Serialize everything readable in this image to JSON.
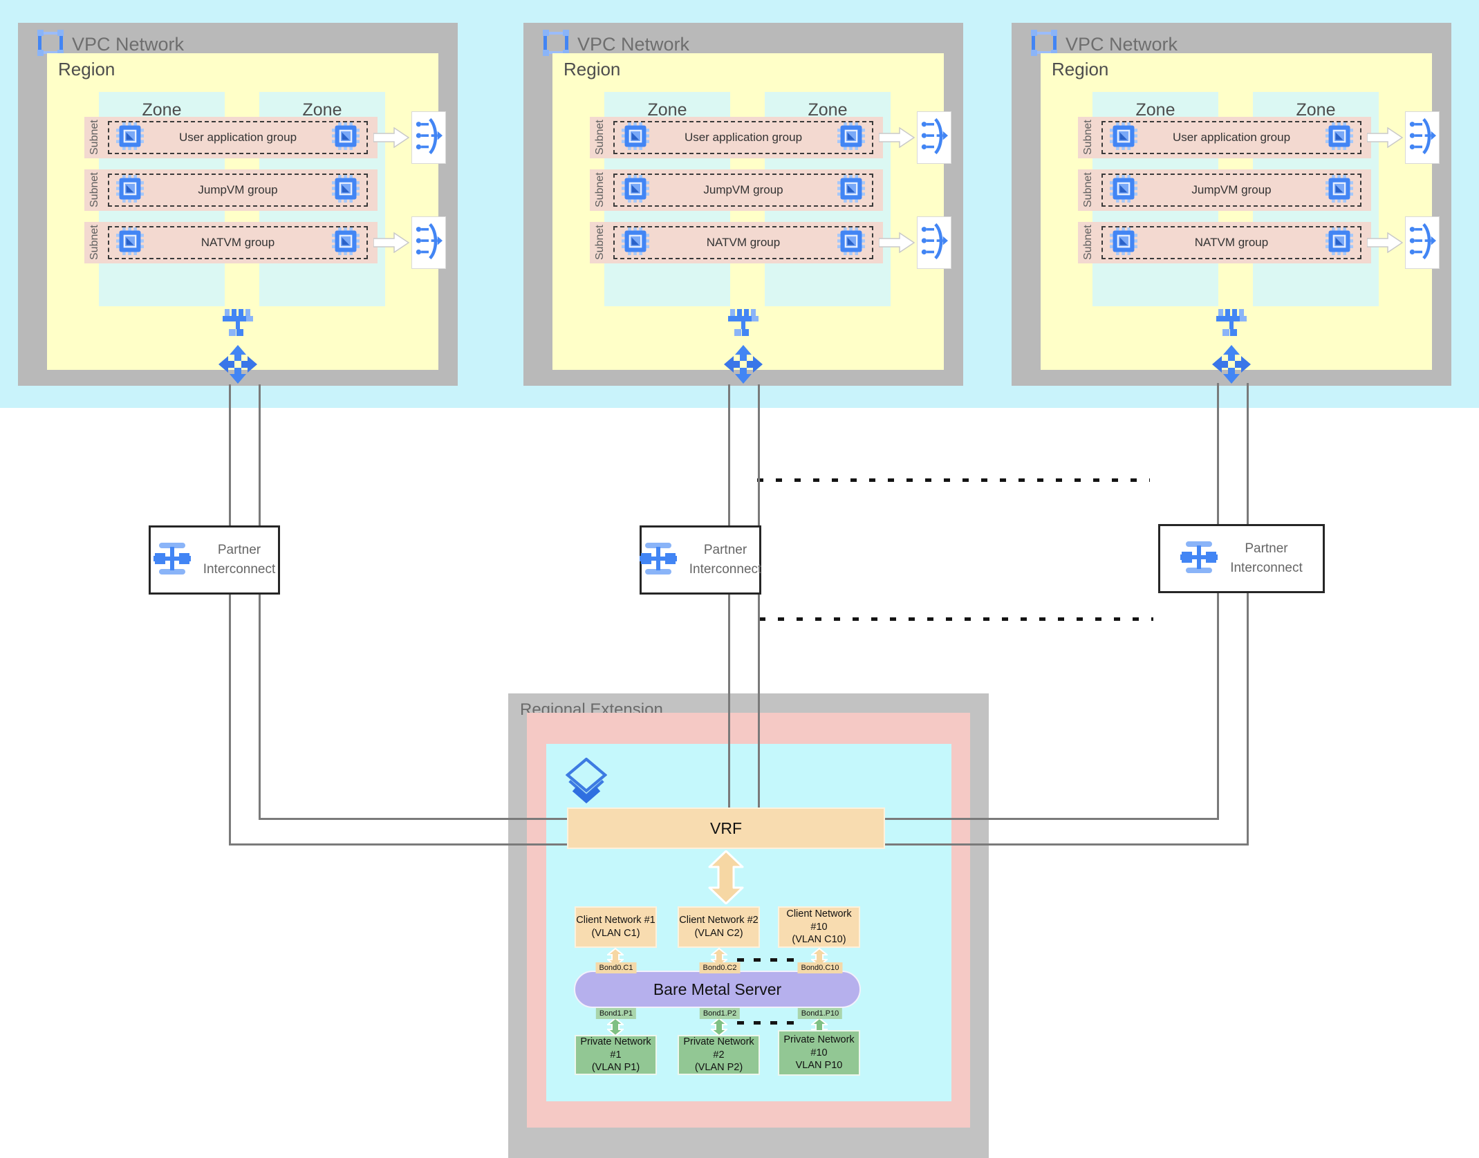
{
  "colors": {
    "band_cyan": "#c9f3fb",
    "vpc_gray": "#b9b9b9",
    "region_yellow": "#ffffc8",
    "zone_cyan": "#dbf8f3",
    "subnet_pink": "#f3d9d0",
    "accent_blue": "#4285f4",
    "connector_gray": "#7a7a7a",
    "regional_gray": "#c2c2c2",
    "regional_pink": "#f5c9c5",
    "regional_cyan": "#c5f8fc",
    "vrf_tan": "#f8dcb0",
    "server_purple": "#b6b0ed",
    "network_green": "#92c794"
  },
  "vpc_networks": [
    {
      "title": "VPC Network",
      "region_label": "Region",
      "zone_labels": [
        "Zone",
        "Zone"
      ],
      "subnet_label": "Subnet",
      "groups": [
        "User application group",
        "JumpVM group",
        "NATVM group"
      ]
    },
    {
      "title": "VPC Network",
      "region_label": "Region",
      "zone_labels": [
        "Zone",
        "Zone"
      ],
      "subnet_label": "Subnet",
      "groups": [
        "User application group",
        "JumpVM group",
        "NATVM group"
      ]
    },
    {
      "title": "VPC Network",
      "region_label": "Region",
      "zone_labels": [
        "Zone",
        "Zone"
      ],
      "subnet_label": "Subnet",
      "groups": [
        "User application group",
        "JumpVM group",
        "NATVM group"
      ]
    }
  ],
  "partner_interconnects": [
    {
      "label": "Partner\nInterconnect"
    },
    {
      "label": "Partner\nInterconnect"
    },
    {
      "label": "Partner\nInterconnect"
    }
  ],
  "regional_extension": {
    "title": "Regional Extension",
    "vrf_label": "VRF",
    "client_networks": [
      {
        "label": "Client Network #1\n(VLAN C1)",
        "bond": "Bond0.C1"
      },
      {
        "label": "Client Network #2\n(VLAN C2)",
        "bond": "Bond0.C2"
      },
      {
        "label": "Client Network #10\n(VLAN C10)",
        "bond": "Bond0.C10"
      }
    ],
    "server_label": "Bare Metal Server",
    "private_networks": [
      {
        "label": "Private Network #1\n(VLAN P1)",
        "bond": "Bond1.P1"
      },
      {
        "label": "Private Network #2\n(VLAN P2)",
        "bond": "Bond1.P2"
      },
      {
        "label": "Private Network\n#10\nVLAN P10",
        "bond": "Bond1.P10"
      }
    ]
  }
}
